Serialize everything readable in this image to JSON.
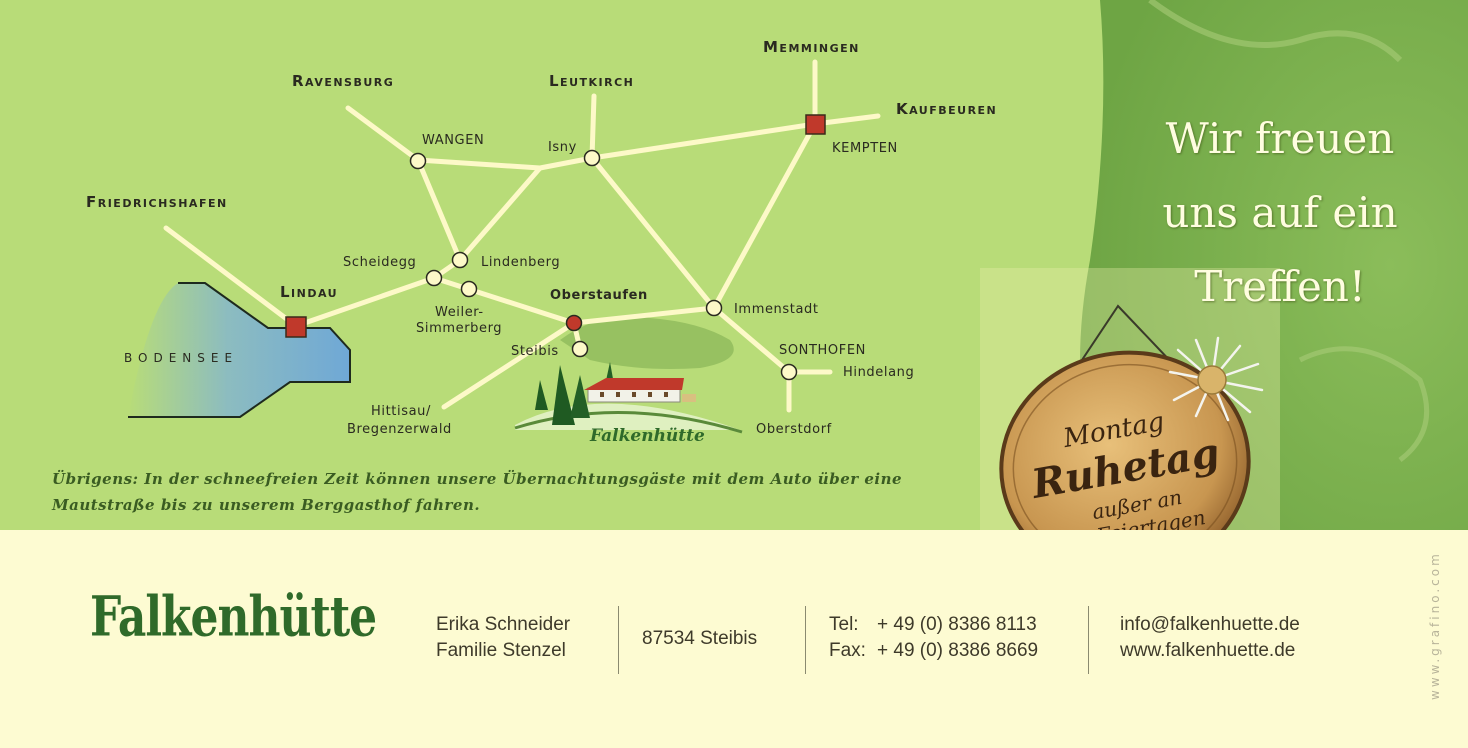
{
  "map": {
    "major_cities": {
      "memmingen": "Memmingen",
      "ravensburg": "Ravensburg",
      "leutkirch": "Leutkirch",
      "kaufbeuren": "Kaufbeuren",
      "friedrichshafen": "Friedrichshafen",
      "lindau": "Lindau"
    },
    "towns": {
      "wangen": "WANGEN",
      "isny": "Isny",
      "kempten": "KEMPTEN",
      "scheidegg": "Scheidegg",
      "lindenberg": "Lindenberg",
      "weiler_1": "Weiler-",
      "weiler_2": "Simmerberg",
      "oberstaufen": "Oberstaufen",
      "immenstadt": "Immenstadt",
      "steibis": "Steibis",
      "sonthofen": "SONTHOFEN",
      "hindelang": "Hindelang",
      "hittisau_1": "Hittisau/",
      "hittisau_2": "Bregenzerwald",
      "oberstdorf": "Oberstdorf"
    },
    "lake": "BODENSEE",
    "hut_label": "Falkenhütte",
    "colors": {
      "map_bg": "#b8dc78",
      "road": "#fdf9c8",
      "lake": "#6fa8d6",
      "marker_red": "#c0392b"
    }
  },
  "note": "Übrigens: In der schneefreien Zeit können unsere Übernachtungsgäste mit dem Auto über eine Mautstraße bis zu unserem Berggasthof fahren.",
  "headline": {
    "line1": "Wir freuen",
    "line2": "uns auf ein",
    "line3": "Treffen!"
  },
  "sign": {
    "line1": "Montag",
    "line2": "Ruhetag",
    "line3": "außer an",
    "line4": "Feiertagen"
  },
  "footer": {
    "logo": "Falkenhütte",
    "contact_name_1": "Erika Schneider",
    "contact_name_2": "Familie Stenzel",
    "address": "87534 Steibis",
    "tel_label": "Tel:",
    "tel": "+ 49 (0) 8386 8113",
    "fax_label": "Fax:",
    "fax": "+ 49 (0) 8386 8669",
    "email": "info@falkenhuette.de",
    "web": "www.falkenhuette.de",
    "credit": "www.grafino.com"
  }
}
